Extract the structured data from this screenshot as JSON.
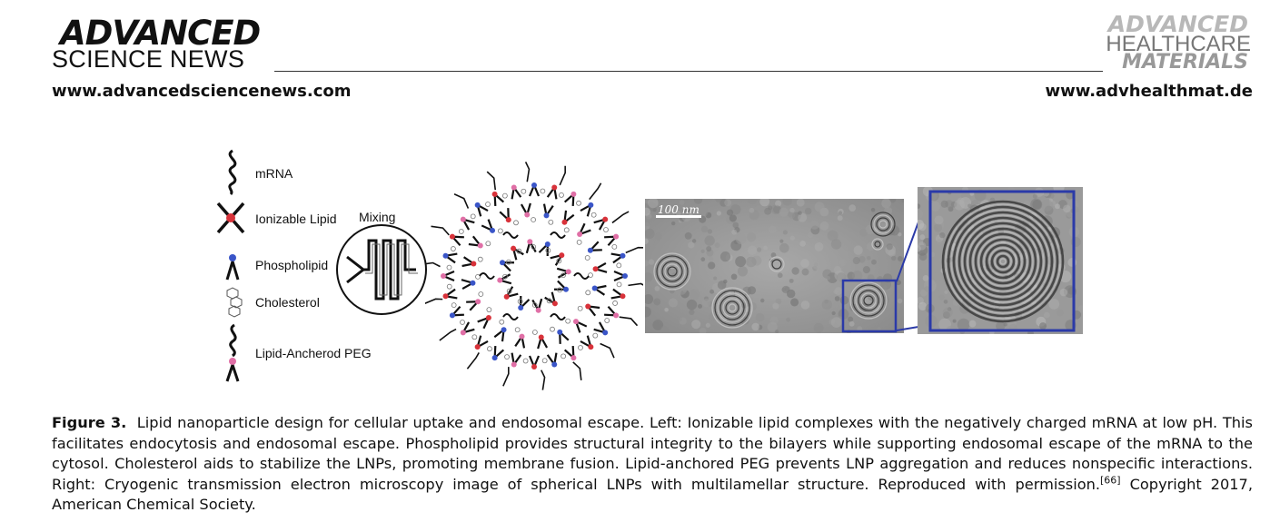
{
  "header": {
    "left_logo_line1": "ADVANCED",
    "left_logo_line2": "SCIENCE NEWS",
    "right_logo_line1": "ADVANCED",
    "right_logo_line2": "HEALTHCARE",
    "right_logo_line3": "MATERIALS",
    "url_left": "www.advancedsciencenews.com",
    "url_right": "www.advhealthmat.de"
  },
  "figure": {
    "legend": {
      "mrna": "mRNA",
      "ionizable_lipid": "Ionizable Lipid",
      "phospholipid": "Phospholipid",
      "cholesterol": "Cholesterol",
      "peg": "Lipid-Ancherod PEG"
    },
    "mixing_label": "Mixing",
    "scale_bar_label": "100 nm",
    "colors": {
      "ionizable_head": "#d8323a",
      "phospholipid_head": "#3a55c8",
      "peg_head": "#e06fa6",
      "inset_border": "#2b3aa8"
    }
  },
  "caption": {
    "label": "Figure 3.",
    "text_before_ref": "Lipid nanoparticle design for cellular uptake and endosomal escape. Left: Ionizable lipid complexes with the negatively charged mRNA at low pH. This facilitates endocytosis and endosomal escape. Phospholipid provides structural integrity to the bilayers while supporting endosomal escape of the mRNA to the cytosol. Cholesterol aids to stabilize the LNPs, promoting membrane fusion. Lipid-anchored PEG prevents LNP aggregation and reduces nonspecific interactions. Right: Cryogenic transmission electron microscopy image of spherical LNPs with multilamellar structure. Reproduced with permission.",
    "ref": "[66]",
    "text_after_ref": "Copyright 2017, American Chemical Society."
  }
}
